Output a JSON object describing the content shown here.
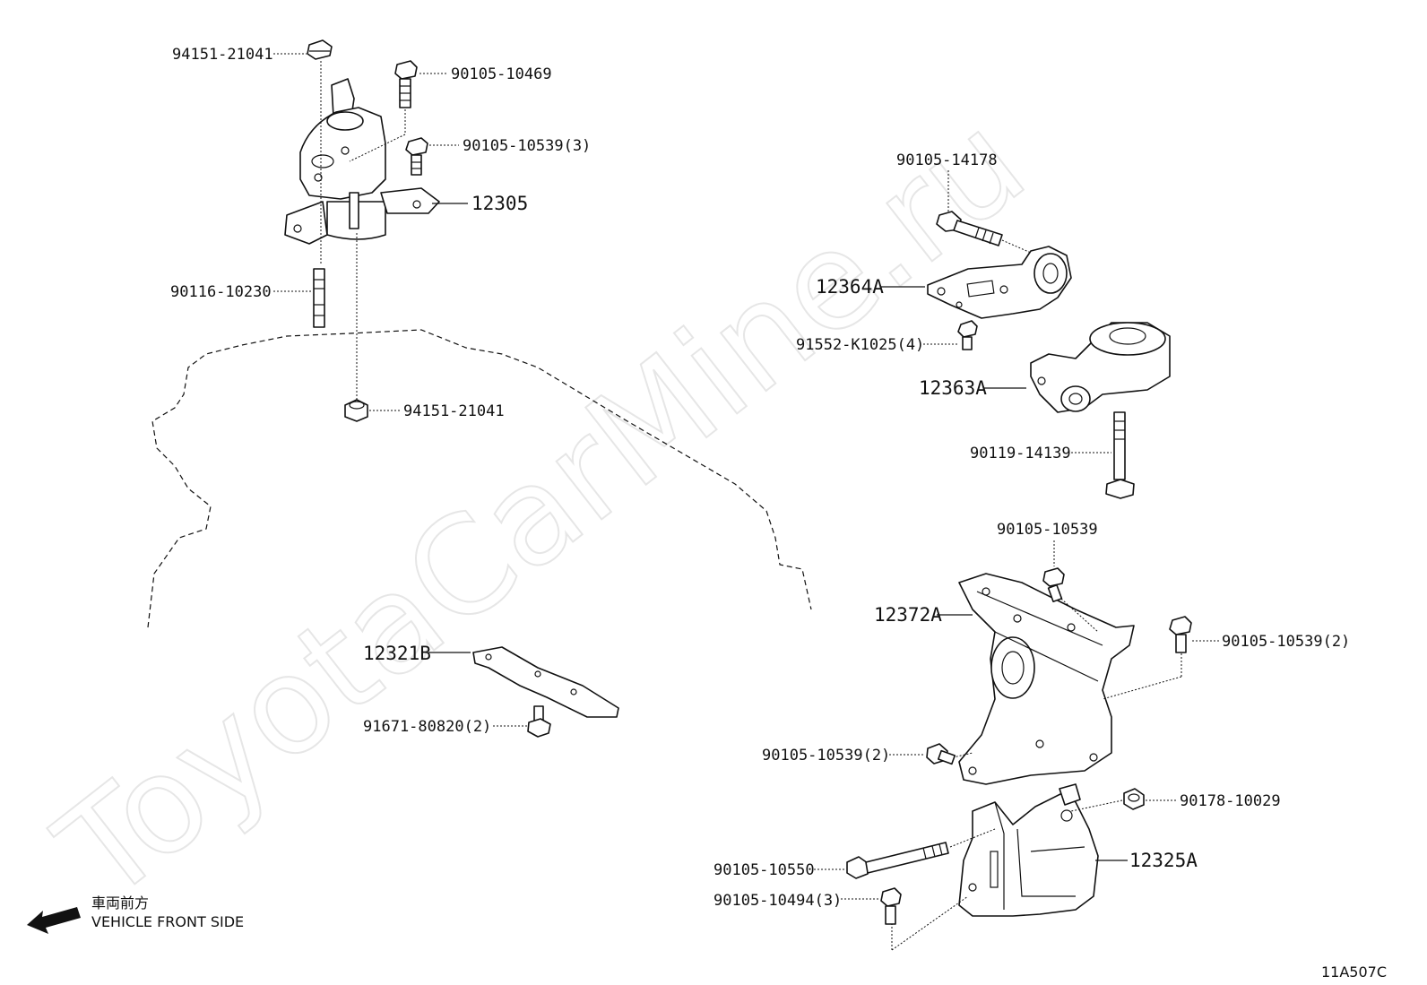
{
  "watermark": "ToyotaCarMine.ru",
  "labels": {
    "n94151_top": "94151-21041",
    "n90105_10469": "90105-10469",
    "n90105_10539_3": "90105-10539(3)",
    "p12305": "12305",
    "n90116_10230": "90116-10230",
    "n94151_bottom": "94151-21041",
    "n90105_14178": "90105-14178",
    "p12364A": "12364A",
    "n91552_K1025": "91552-K1025(4)",
    "p12363A": "12363A",
    "n90119_14139": "90119-14139",
    "n90105_10539_single": "90105-10539",
    "p12372A": "12372A",
    "n90105_10539_2_right": "90105-10539(2)",
    "p12321B": "12321B",
    "n91671_80820": "91671-80820(2)",
    "n90105_10539_2_left": "90105-10539(2)",
    "n90178_10029": "90178-10029",
    "n90105_10550": "90105-10550",
    "p12325A": "12325A",
    "n90105_10494": "90105-10494(3)"
  },
  "front": {
    "japanese": "車両前方",
    "english": "VEHICLE FRONT SIDE"
  },
  "drawing_code": "11A507C"
}
